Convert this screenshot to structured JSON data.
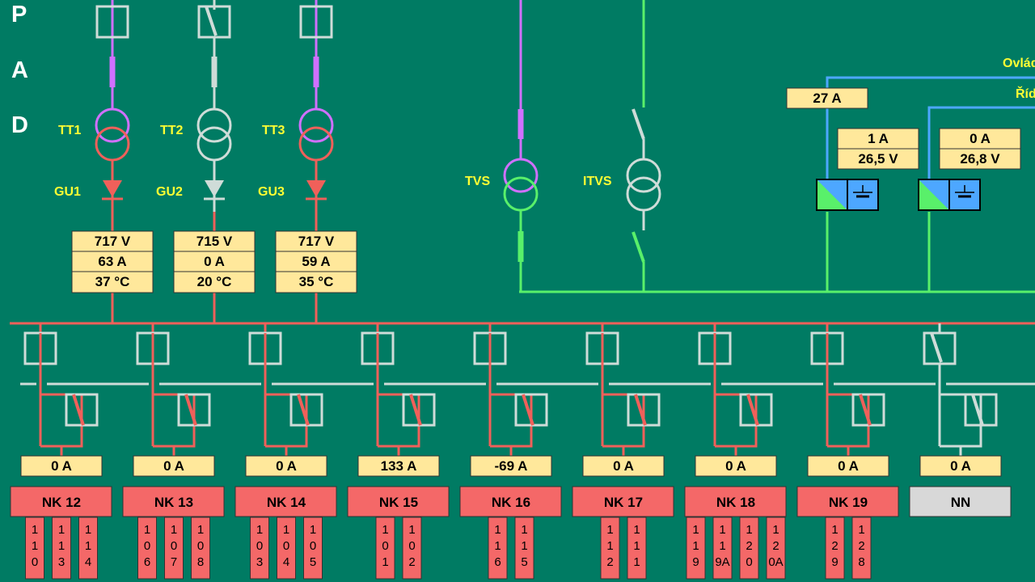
{
  "colors": {
    "background": "#007b63",
    "red": "#f0605a",
    "magenta": "#d070ff",
    "green": "#59f06a",
    "blue": "#4da7ff",
    "grey": "#cfdcd8",
    "value_box": "#ffe89b",
    "feeder_box": "#f46868",
    "spare_box": "#d8d8d8",
    "label_yellow": "#ffff33"
  },
  "side_letters": [
    "P",
    "A",
    "D"
  ],
  "transformers": [
    {
      "name": "TT1",
      "rectifier": "GU1",
      "voltage": "717 V",
      "current": "63 A",
      "temperature": "37 °C",
      "state": "on",
      "color": "red"
    },
    {
      "name": "TT2",
      "rectifier": "GU2",
      "voltage": "715 V",
      "current": "0 A",
      "temperature": "20 °C",
      "state": "off",
      "color": "grey"
    },
    {
      "name": "TT3",
      "rectifier": "GU3",
      "voltage": "717 V",
      "current": "59 A",
      "temperature": "35 °C",
      "state": "on",
      "color": "red"
    }
  ],
  "aux_transformers": [
    {
      "name": "TVS",
      "state": "on"
    },
    {
      "name": "ITVS",
      "state": "off"
    }
  ],
  "control": {
    "label_top": "Ovlád",
    "label_bottom": "Říd",
    "total_current": "27 A",
    "chargers": [
      {
        "current": "1 A",
        "voltage": "26,5 V"
      },
      {
        "current": "0 A",
        "voltage": "26,8 V"
      }
    ]
  },
  "feeders": [
    {
      "name": "NK 12",
      "current": "0 A",
      "state": "closed",
      "branches": [
        "110",
        "113",
        "114"
      ]
    },
    {
      "name": "NK 13",
      "current": "0 A",
      "state": "closed",
      "branches": [
        "106",
        "107",
        "108"
      ]
    },
    {
      "name": "NK 14",
      "current": "0 A",
      "state": "closed",
      "branches": [
        "103",
        "104",
        "105"
      ]
    },
    {
      "name": "NK 15",
      "current": "133 A",
      "state": "closed",
      "branches": [
        "101",
        "102"
      ]
    },
    {
      "name": "NK 16",
      "current": "-69 A",
      "state": "closed",
      "branches": [
        "116",
        "115"
      ]
    },
    {
      "name": "NK 17",
      "current": "0 A",
      "state": "closed",
      "branches": [
        "112",
        "111"
      ]
    },
    {
      "name": "NK 18",
      "current": "0 A",
      "state": "closed",
      "branches": [
        "119",
        "119A",
        "120",
        "120A"
      ]
    },
    {
      "name": "NK 19",
      "current": "0 A",
      "state": "closed",
      "branches": [
        "129",
        "128"
      ]
    },
    {
      "name": "NN",
      "current": "0 A",
      "state": "open",
      "branches": []
    }
  ]
}
